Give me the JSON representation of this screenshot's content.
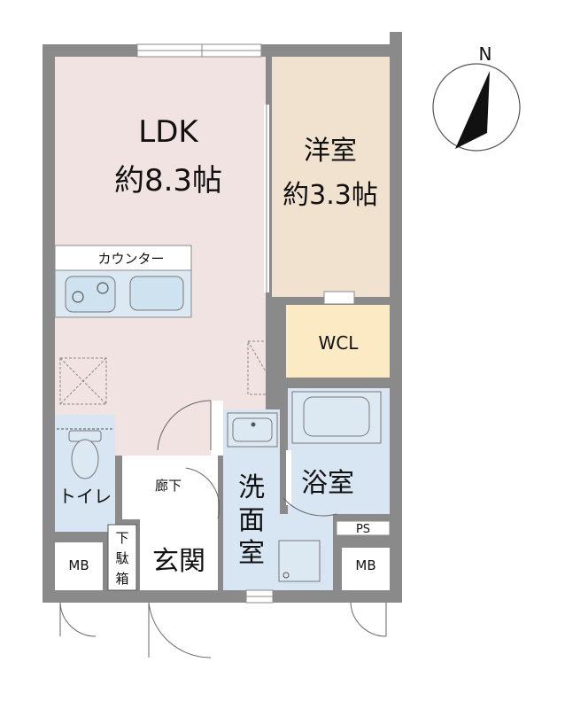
{
  "rooms": {
    "ldk": {
      "name": "LDK",
      "size": "約8.3帖"
    },
    "western": {
      "name": "洋室",
      "size": "約3.3帖"
    },
    "wcl": {
      "name": "WCL"
    },
    "counter": {
      "name": "カウンター"
    },
    "bath": {
      "name": "浴室"
    },
    "washroom": {
      "line1": "洗",
      "line2": "面",
      "line3": "室"
    },
    "toilet": {
      "name": "トイレ"
    },
    "hall": {
      "name": "廊下"
    },
    "entrance": {
      "name": "玄関"
    },
    "shoebox": {
      "line1": "下",
      "line2": "駄",
      "line3": "箱"
    },
    "ps": {
      "name": "PS"
    },
    "mb_left": {
      "name": "MB"
    },
    "mb_right": {
      "name": "MB"
    }
  },
  "compass": {
    "label": "N"
  },
  "colors": {
    "wall": "#8a8a8a",
    "ldk": "#f2e3e3",
    "western": "#f1e2cf",
    "wcl": "#fbeac4",
    "wet": "#d7e6f2",
    "fixture": "#dce9f3",
    "white": "#ffffff"
  }
}
